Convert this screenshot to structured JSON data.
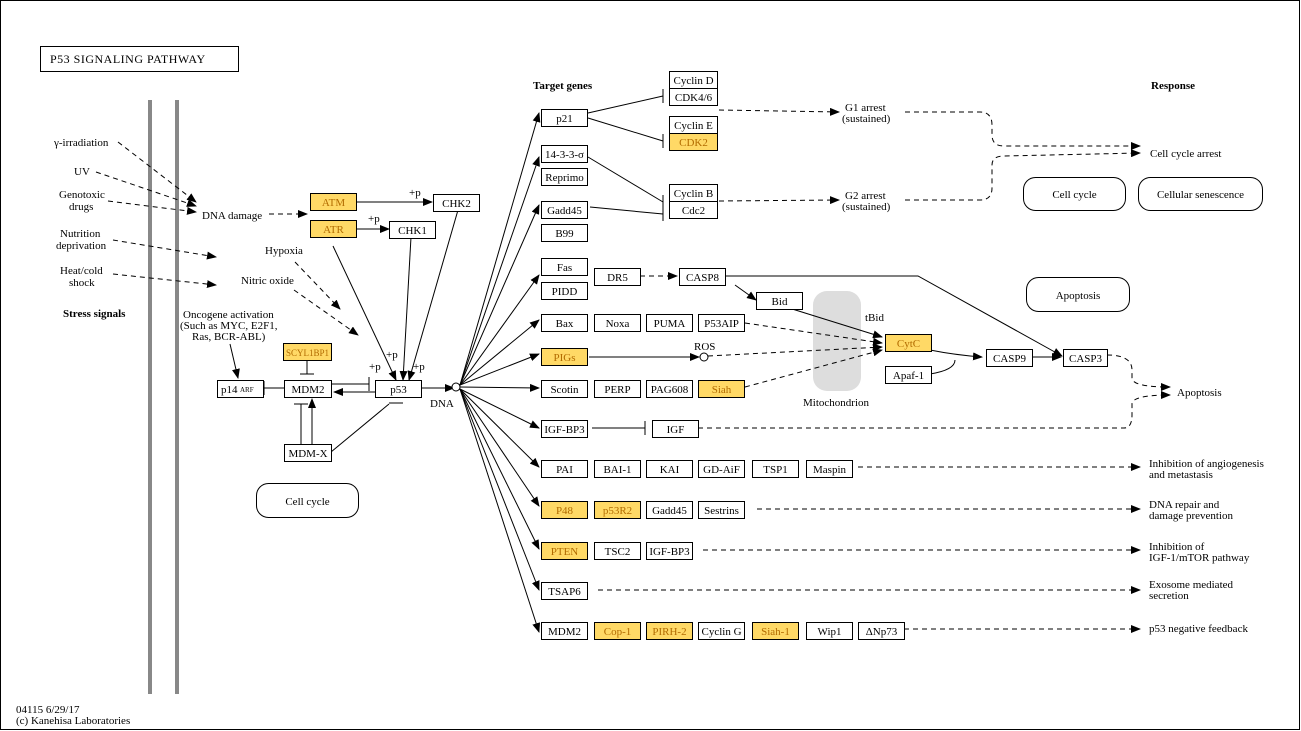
{
  "title": "P53  SIGNALING  PATHWAY",
  "footer": {
    "code": "04115 6/29/17",
    "copyright": "(c) Kanehisa Laboratories"
  },
  "headers": {
    "target_genes": "Target genes",
    "response": "Response",
    "stress_signals": "Stress signals"
  },
  "colors": {
    "highlight_fill": "#ffd966",
    "highlight_text": "#b26b00",
    "membrane": "#888888",
    "mito": "#dddddd"
  },
  "stress": {
    "gamma": "γ-irradiation",
    "uv": "UV",
    "genotoxic1": "Genotoxic",
    "genotoxic2": "drugs",
    "nutrition1": "Nutrition",
    "nutrition2": "deprivation",
    "heat1": "Heat/cold",
    "heat2": "shock",
    "dna_damage": "DNA damage",
    "hypoxia": "Hypoxia",
    "nitric": "Nitric oxide",
    "onco1": "Oncogene activation",
    "onco2": "(Such as MYC, E2F1,",
    "onco3": "Ras, BCR-ABL)"
  },
  "labels": {
    "dna": "DNA",
    "ros": "ROS",
    "tbid": "tBid",
    "mito": "Mitochondrion",
    "p1": "+p",
    "p2": "+p",
    "p3": "+p",
    "p4": "+p",
    "p5": "+p",
    "g1a": "G1 arrest",
    "g1b": "(sustained)",
    "g2a": "G2 arrest",
    "g2b": "(sustained)",
    "cca": "Cell cycle arrest",
    "apop": "Apoptosis",
    "r1a": "Inhibition of angiogenesis",
    "r1b": "and metastasis",
    "r2a": "DNA repair and",
    "r2b": "damage prevention",
    "r3a": "Inhibition of",
    "r3b": "IGF-1/mTOR pathway",
    "r4a": "Exosome mediated",
    "r4b": "secretion",
    "r5": "p53 negative feedback"
  },
  "maps": {
    "cell_cycle_left": "Cell cycle",
    "cell_cycle_right": "Cell cycle",
    "senescence": "Cellular senescence",
    "apoptosis": "Apoptosis"
  },
  "genes": {
    "ATM": "ATM",
    "ATR": "ATR",
    "CHK2": "CHK2",
    "CHK1": "CHK1",
    "SCYL1BP1": "SCYL1BP1",
    "p14": "p14",
    "ARF": "ARF",
    "MDM2": "MDM2",
    "p53": "p53",
    "MDMX": "MDM-X",
    "p21": "p21",
    "s1433": "14-3-3-σ",
    "Reprimo": "Reprimo",
    "Gadd45": "Gadd45",
    "B99": "B99",
    "Fas": "Fas",
    "PIDD": "PIDD",
    "DR5": "DR5",
    "CASP8": "CASP8",
    "Bid": "Bid",
    "Bax": "Bax",
    "Noxa": "Noxa",
    "PUMA": "PUMA",
    "P53AIP": "P53AIP",
    "PIGs": "PIGs",
    "Scotin": "Scotin",
    "PERP": "PERP",
    "PAG608": "PAG608",
    "Siah": "Siah",
    "IGFBP3": "IGF-BP3",
    "IGF": "IGF",
    "CyclinD": "Cyclin D",
    "CDK46": "CDK4/6",
    "CyclinE": "Cyclin E",
    "CDK2": "CDK2",
    "CyclinB": "Cyclin B",
    "Cdc2": "Cdc2",
    "CytC": "CytC",
    "Apaf1": "Apaf-1",
    "CASP9": "CASP9",
    "CASP3": "CASP3",
    "PAI": "PAI",
    "BAI1": "BAI-1",
    "KAI": "KAI",
    "GDAiF": "GD-AiF",
    "TSP1": "TSP1",
    "Maspin": "Maspin",
    "P48": "P48",
    "p53R2": "p53R2",
    "Gadd45b": "Gadd45",
    "Sestrins": "Sestrins",
    "PTEN": "PTEN",
    "TSC2": "TSC2",
    "IGFBP3b": "IGF-BP3",
    "TSAP6": "TSAP6",
    "MDM2b": "MDM2",
    "Cop1": "Cop-1",
    "PIRH2": "PIRH-2",
    "CyclinG": "Cyclin G",
    "Siah1": "Siah-1",
    "Wip1": "Wip1",
    "dNp73": "ΔNp73"
  }
}
